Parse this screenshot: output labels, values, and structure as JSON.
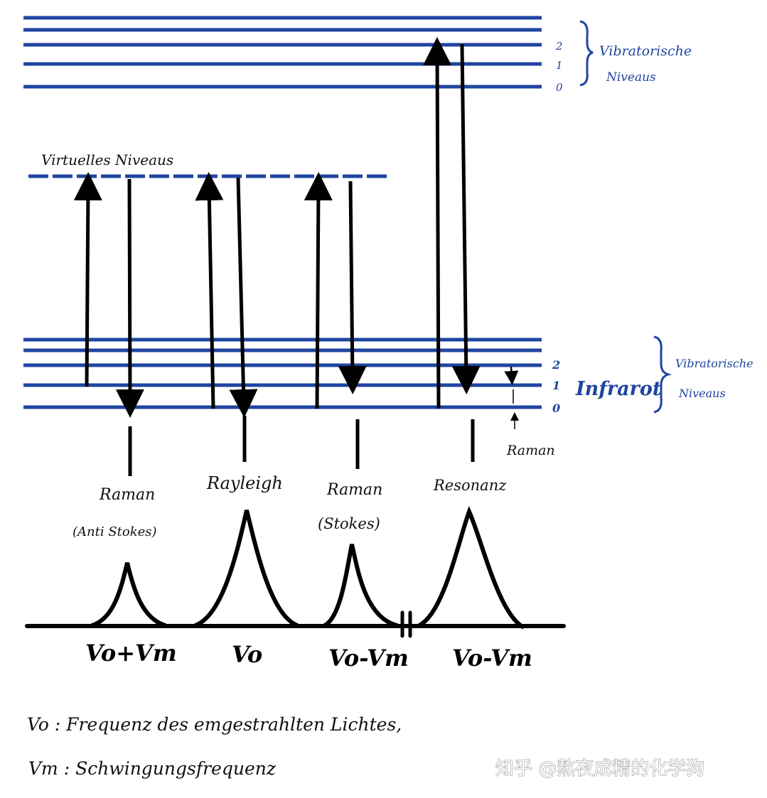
{
  "colors": {
    "level": "#1f45a0",
    "ink": "#000000"
  },
  "upper_group": {
    "numbers": [
      "2",
      "1",
      "0"
    ],
    "label_line1": "Vibratorische",
    "label_line2": "Niveaus"
  },
  "virtual_label": "Virtuelles Niveaus",
  "lower_group": {
    "numbers": [
      "2",
      "1",
      "0"
    ],
    "infrarot": "Infrarot",
    "label_line1": "Vibratorische",
    "label_line2": "Niveaus",
    "raman_small": "Raman"
  },
  "processes": {
    "anti_stokes": {
      "name": "Raman",
      "sub": "(Anti Stokes)",
      "freq": "Vo+Vm"
    },
    "rayleigh": {
      "name": "Rayleigh",
      "freq": "Vo"
    },
    "stokes": {
      "name": "Raman",
      "sub": "(Stokes)",
      "freq": "Vo-Vm"
    },
    "resonance": {
      "name": "Resonanz",
      "freq": "Vo-Vm"
    }
  },
  "legend": {
    "line1": "Vo : Frequenz des emgestrahlten Lichtes,",
    "line2": "Vm : Schwingungsfrequenz"
  },
  "watermark": "知乎 @熬夜成精的化学狗"
}
